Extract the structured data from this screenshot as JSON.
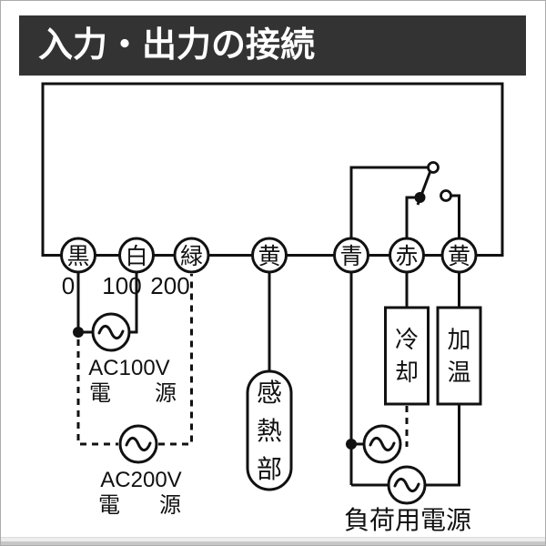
{
  "header": {
    "title": "入力・出力の接続"
  },
  "colors": {
    "line": "#111111",
    "header_bg": "#333333",
    "header_text": "#ffffff",
    "background": "#ffffff"
  },
  "terminals": [
    {
      "label": "黒"
    },
    {
      "label": "白"
    },
    {
      "label": "緑"
    },
    {
      "label": "黄"
    },
    {
      "label": "青"
    },
    {
      "label": "赤"
    },
    {
      "label": "黄"
    }
  ],
  "voltage_labels": [
    {
      "text": "0"
    },
    {
      "text": "100"
    },
    {
      "text": "200"
    }
  ],
  "sources": {
    "ac100": {
      "line1": "AC100V",
      "word_left": "電",
      "word_right": "源"
    },
    "ac200": {
      "line1": "AC200V",
      "word_left": "電",
      "word_right": "源"
    },
    "load": {
      "label": "負荷用電源"
    }
  },
  "blocks": {
    "sensor": {
      "char1": "感",
      "char2": "熱",
      "char3": "部"
    },
    "cooling": {
      "char1": "冷",
      "char2": "却"
    },
    "heating": {
      "char1": "加",
      "char2": "温"
    }
  },
  "icons": {
    "ac_source": "sine-wave-icon",
    "switch_open_contact": "open-contact-icon",
    "switch_closed_contact": "closed-contact-icon"
  }
}
